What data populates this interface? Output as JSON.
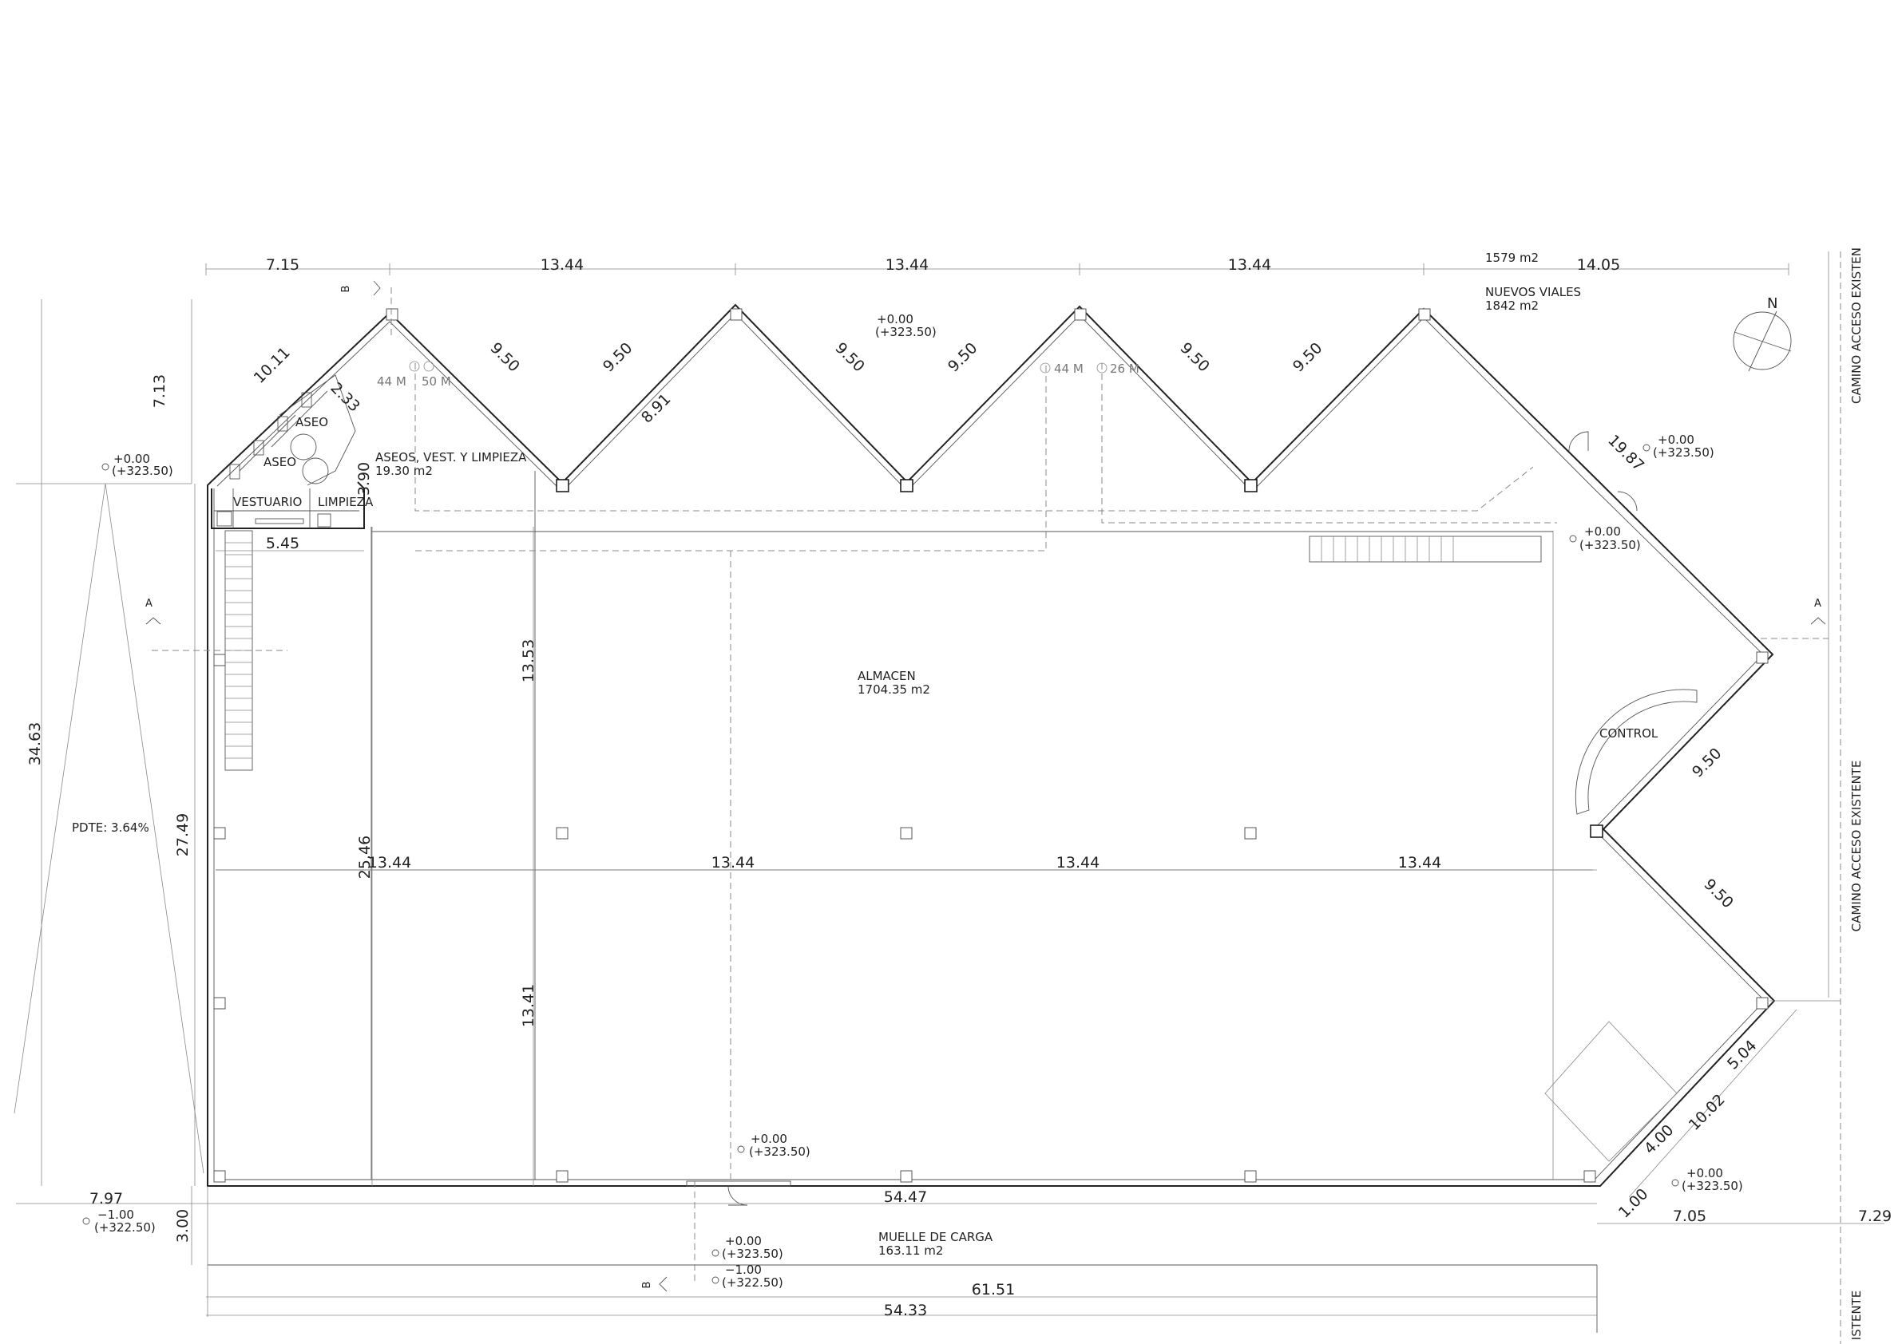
{
  "dims": {
    "top_715": "7.15",
    "top_1344_a": "13.44",
    "top_1344_b": "13.44",
    "top_1344_c": "13.44",
    "top_1405": "14.05",
    "roof_950_1": "9.50",
    "roof_950_2": "9.50",
    "roof_950_3": "9.50",
    "roof_950_4": "9.50",
    "roof_950_5": "9.50",
    "roof_950_6": "9.50",
    "diag_1011": "10.11",
    "diag_233": "2.33",
    "diag_891": "8.91",
    "left_713": "7.13",
    "left_390": "3.90",
    "left_545": "5.45",
    "h_1353": "13.53",
    "h_1341": "13.41",
    "h_3463": "34.63",
    "h_2749": "27.49",
    "h_2546": "25.46",
    "mid_1344_a": "13.44",
    "mid_1344_b": "13.44",
    "mid_1344_c": "13.44",
    "mid_1344_d": "13.44",
    "right_1987": "19.87",
    "right_950_a": "9.50",
    "right_950_b": "9.50",
    "right_504": "5.04",
    "right_1002": "10.02",
    "right_400": "4.00",
    "right_100": "1.00",
    "bot_797": "7.97",
    "bot_300": "3.00",
    "bot_5447": "54.47",
    "bot_705": "7.05",
    "bot_729": "7.29",
    "bot_6151": "61.51",
    "bot_5433": "54.33"
  },
  "labels": {
    "area_1579": "1579  m2",
    "nuevos_viales": "NUEVOS VIALES",
    "nuevos_viales_area": "1842  m2",
    "aseos_title": "ASEOS, VEST. Y LIMPIEZA",
    "aseos_area": "19.30  m2",
    "aseo_1": "ASEO",
    "aseo_2": "ASEO",
    "vestuario": "VESTUARIO",
    "limpieza": "LIMPIEZA",
    "almacen": "ALMACEN",
    "almacen_area": "1704.35  m2",
    "control": "CONTROL",
    "muelle": "MUELLE  DE  CARGA",
    "muelle_area": "163.11  m2",
    "pdte": "PDTE:  3.64%",
    "camino_1": "CAMINO  ACCESO  EXISTEN",
    "camino_2": "CAMINO  ACCESO  EXISTENTE",
    "camino_3": "ISTENTE",
    "north": "N",
    "sec_a_left": "A",
    "sec_a_right": "A",
    "sec_b_top": "B",
    "sec_b_bottom": "B",
    "pole_44a": "44  M",
    "pole_50": "50  M",
    "pole_44b": "44  M",
    "pole_26": "26  M"
  },
  "levels": {
    "lv_left_a": "+0.00",
    "lv_left_b": "(+323.50)",
    "lv_top_a": "+0.00",
    "lv_top_b": "(+323.50)",
    "lv_ne_a": "+0.00",
    "lv_ne_b": "(+323.50)",
    "lv_e_a": "+0.00",
    "lv_e_b": "(+323.50)",
    "lv_door_a": "+0.00",
    "lv_door_b": "(+323.50)",
    "lv_se_a": "+0.00",
    "lv_se_b": "(+323.50)",
    "lv_bl_a": "−1.00",
    "lv_bl_b": "(+322.50)",
    "lv_mu1_a": "+0.00",
    "lv_mu1_b": "(+323.50)",
    "lv_mu2_a": "−1.00",
    "lv_mu2_b": "(+322.50)"
  }
}
